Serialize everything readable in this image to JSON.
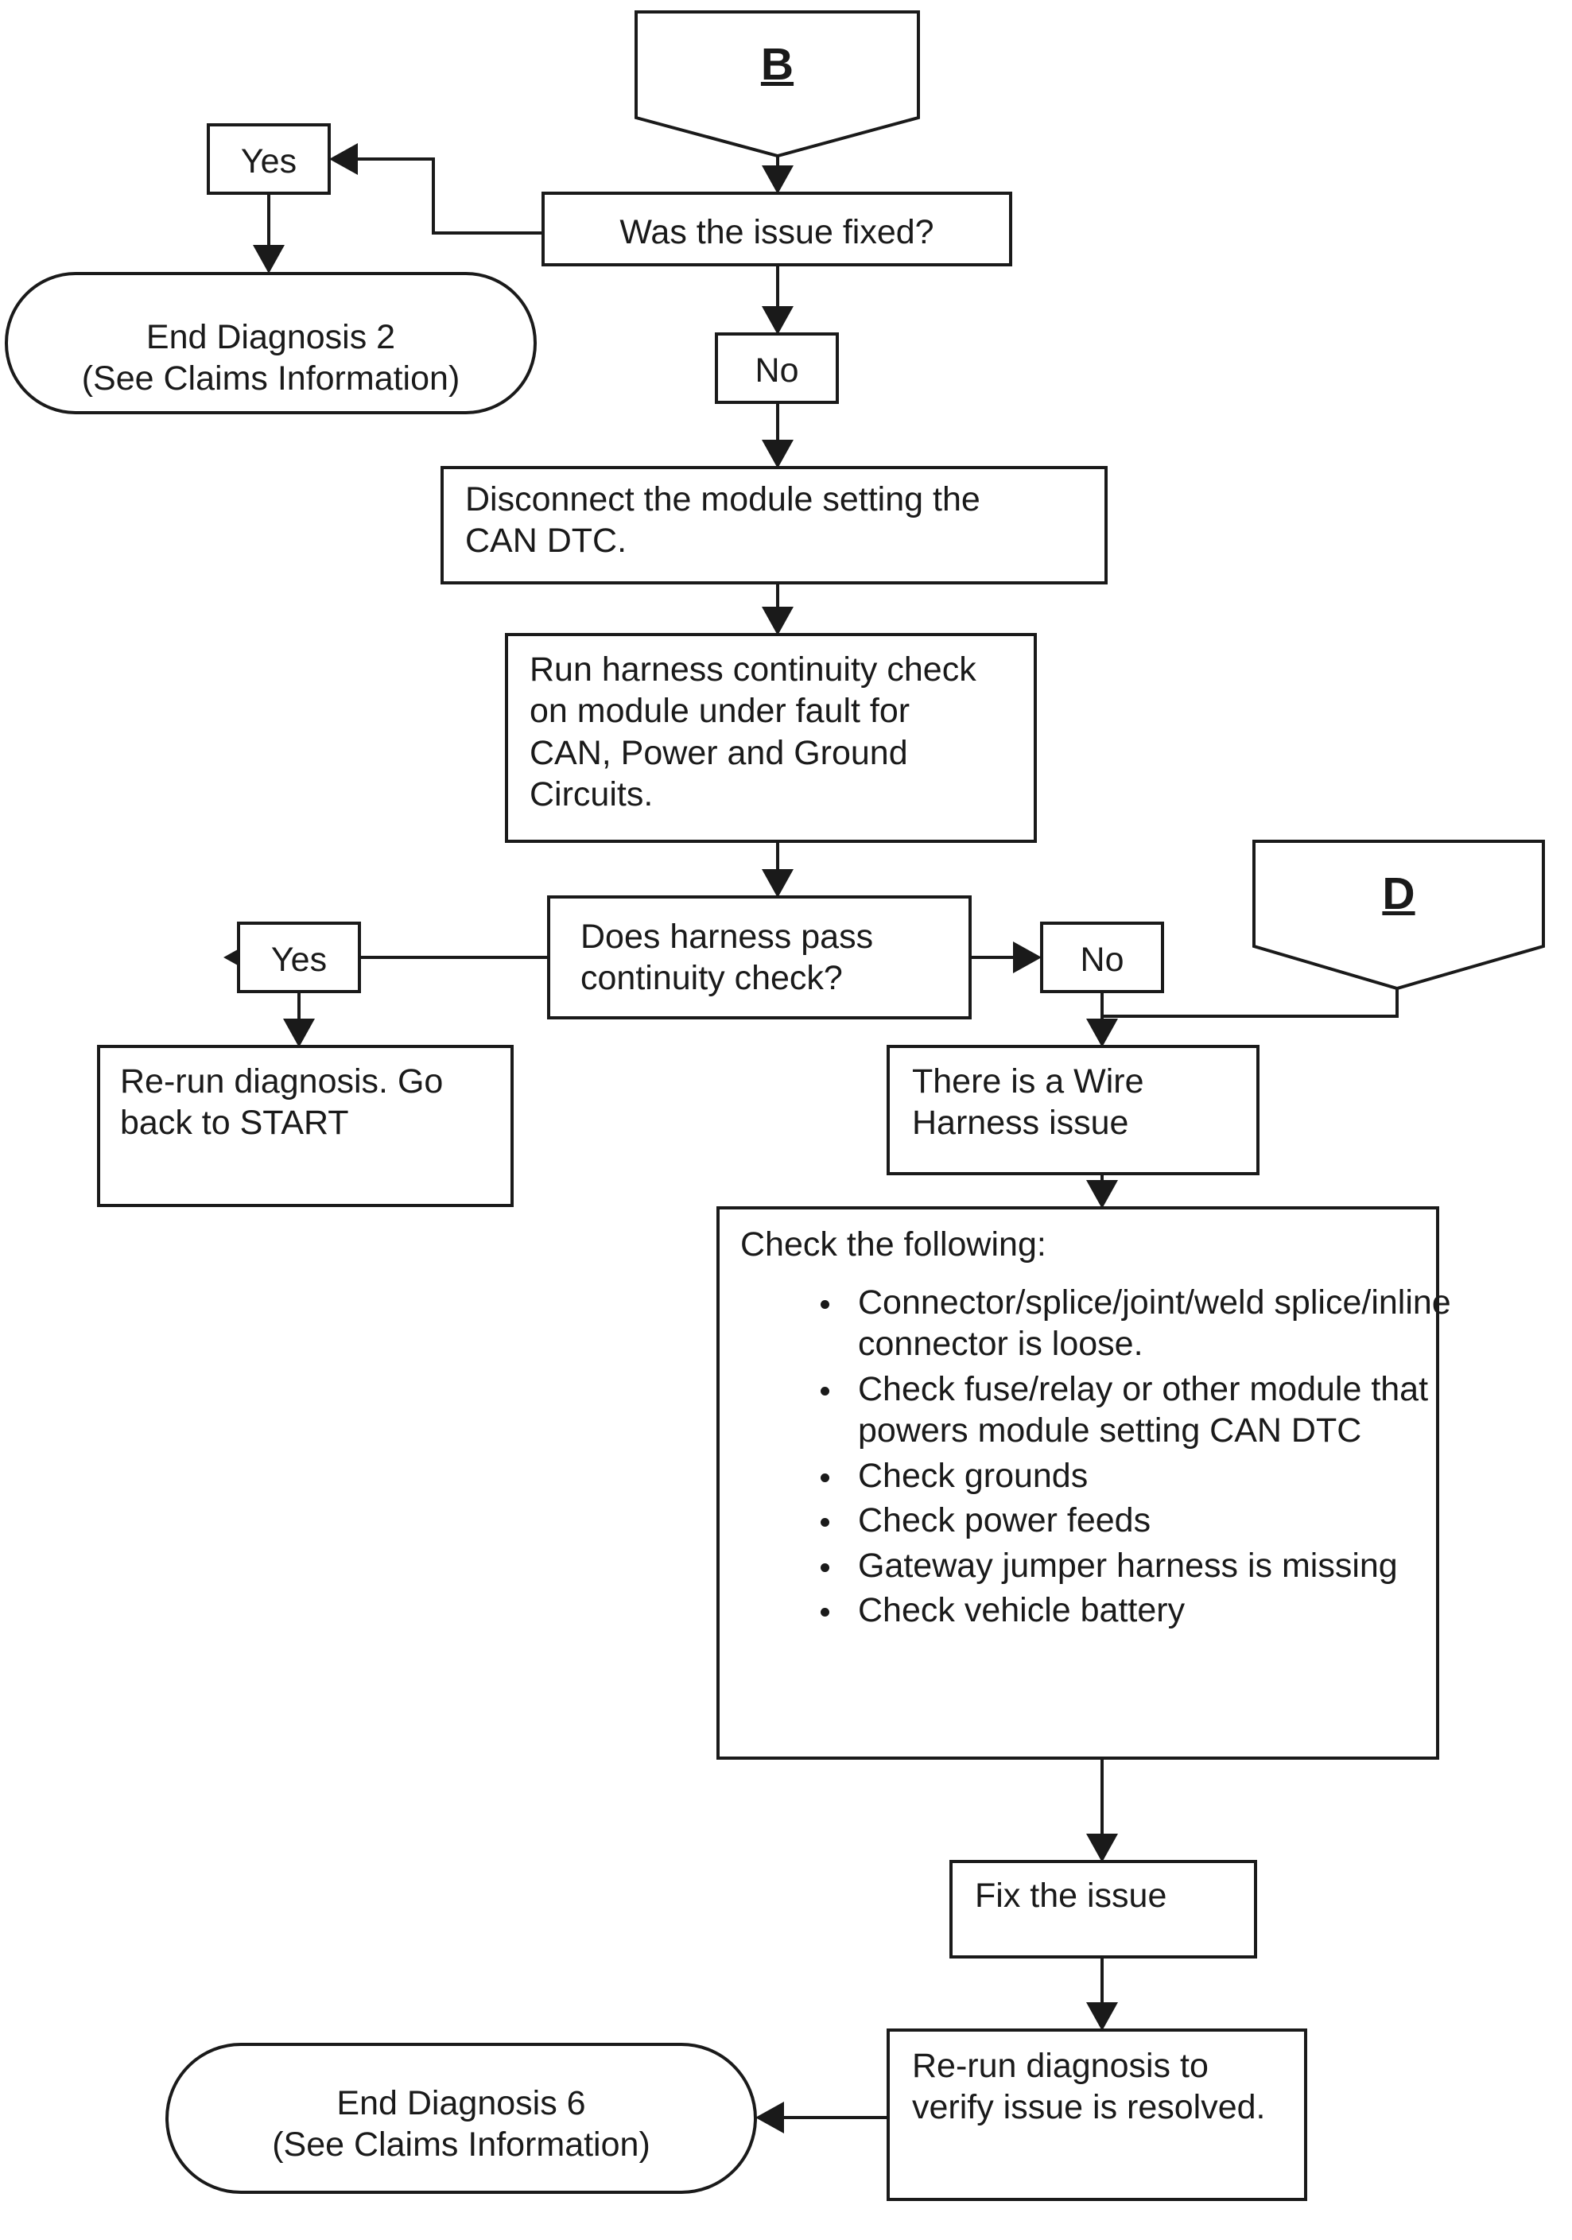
{
  "diagram": {
    "title": "CAN DTC Diagnostic Flowchart (continuation B / D)",
    "line_color": "#1a1a1a",
    "fill_color": "#ffffff"
  },
  "connectors": {
    "entry_b": "B",
    "entry_d": "D"
  },
  "nodes": {
    "was_issue_fixed": "Was the issue fixed?",
    "yes_top": "Yes",
    "no_top": "No",
    "end_diagnosis_2_line1": "End Diagnosis 2",
    "end_diagnosis_2_line2": "(See Claims Information)",
    "disconnect_module": "Disconnect the module setting the CAN DTC.",
    "run_continuity": "Run harness continuity check on module under fault for CAN, Power and Ground Circuits.",
    "does_harness_pass": "Does harness pass continuity check?",
    "yes_mid": "Yes",
    "no_mid": "No",
    "rerun_goto_start": "Re-run diagnosis. Go back to START",
    "wire_harness_issue": "There is a Wire Harness issue",
    "check_following_title": "Check the following:",
    "check_following_items": [
      "Connector/splice/joint/weld splice/inline connector is loose.",
      "Check fuse/relay or other module that powers module setting CAN DTC",
      "Check grounds",
      "Check power feeds",
      "Gateway jumper harness is missing",
      "Check vehicle battery"
    ],
    "fix_the_issue": "Fix the issue",
    "rerun_verify": "Re-run diagnosis to verify issue is resolved.",
    "end_diagnosis_6_line1": "End Diagnosis 6",
    "end_diagnosis_6_line2": "(See Claims Information)"
  }
}
